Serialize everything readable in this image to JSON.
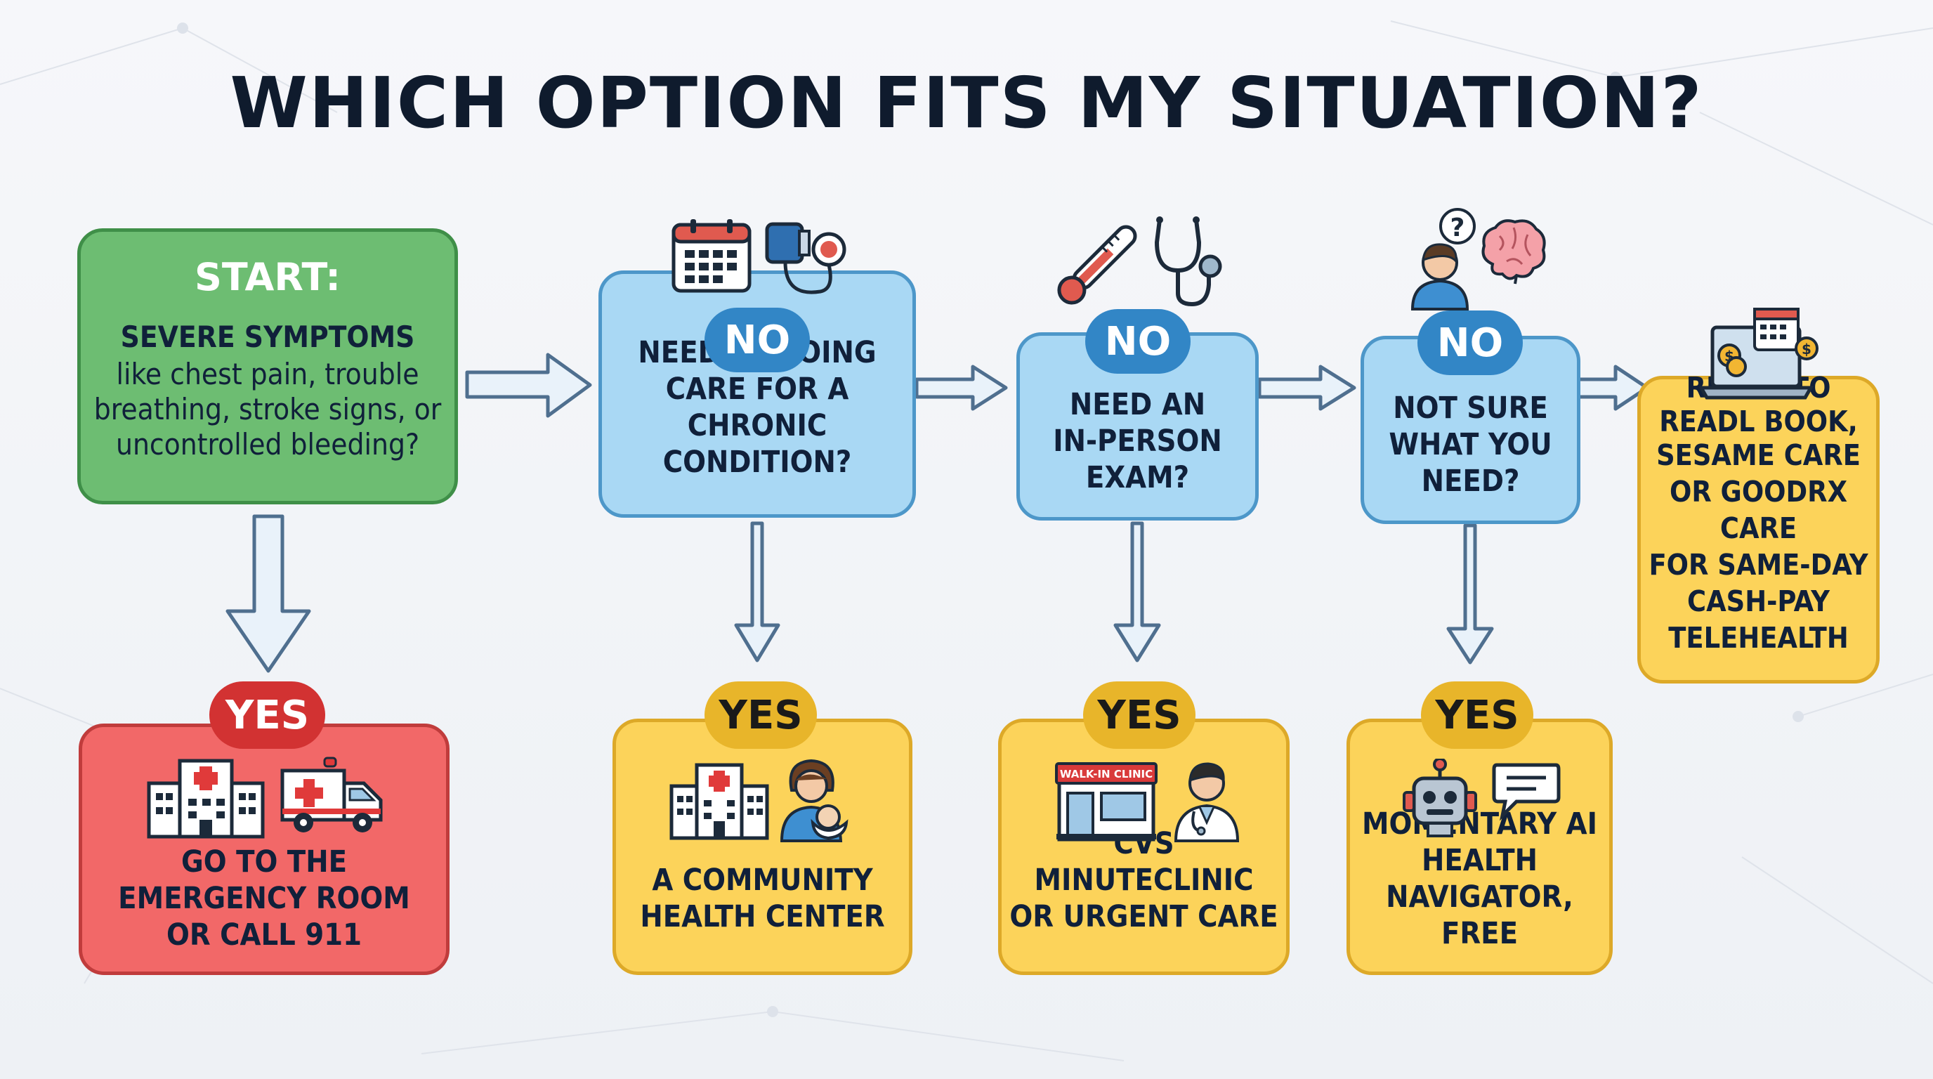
{
  "title": "WHICH OPTION FITS MY SITUATION?",
  "start": {
    "heading": "START:",
    "bold": "SEVERE SYMPTOMS",
    "line1": "like chest pain, trouble",
    "line2": "breathing, stroke signs, or",
    "line3": "uncontrolled bleeding?"
  },
  "q1": {
    "badge": "NO",
    "lines": [
      "NEED ONGOING",
      "CARE FOR A CHRONIC",
      "CONDITION?"
    ]
  },
  "q2": {
    "badge": "NO",
    "lines": [
      "NEED AN",
      "IN-PERSON",
      "EXAM?"
    ]
  },
  "q3": {
    "badge": "NO",
    "lines": [
      "NOT SURE",
      "WHAT YOU",
      "NEED?"
    ]
  },
  "final": {
    "lines": [
      "READY TO",
      "READL BOOK,",
      "SESAME CARE",
      "OR GOODRX CARE",
      "FOR SAME-DAY",
      "CASH-PAY",
      "TELEHEALTH"
    ]
  },
  "r0": {
    "badge": "YES",
    "lines": [
      "GO TO THE",
      "EMERGENCY ROOM",
      "OR CALL 911"
    ]
  },
  "r1": {
    "badge": "YES",
    "lines": [
      "A COMMUNITY",
      "HEALTH CENTER"
    ]
  },
  "r2": {
    "badge": "YES",
    "lines": [
      "CVS MINUTECLINIC",
      "OR URGENT CARE"
    ],
    "sign": "WALK-IN CLINIC"
  },
  "r3": {
    "badge": "YES",
    "lines": [
      "MOMENTARY AI",
      "HEALTH",
      "NAVIGATOR, FREE"
    ]
  },
  "colors": {
    "green": "#6dbd72",
    "blue": "#a9d8f4",
    "yellow": "#fcd35a",
    "red": "#f26868",
    "badge_blue": "#3286c6",
    "badge_yellow": "#e8b52a",
    "badge_red": "#d23232"
  },
  "icons": [
    "calendar-icon",
    "blood-pressure-icon",
    "thermometer-icon",
    "stethoscope-icon",
    "question-person-icon",
    "brain-icon",
    "laptop-calendar-icon",
    "hospital-icon",
    "ambulance-icon",
    "nurse-baby-icon",
    "walk-in-clinic-icon",
    "doctor-icon",
    "robot-icon",
    "chat-bubble-icon"
  ]
}
